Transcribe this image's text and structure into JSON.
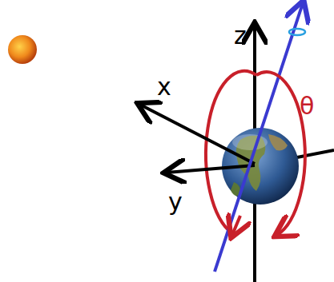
{
  "diagram": {
    "labels": [
      "z",
      "x",
      "θ",
      "y"
    ]
  }
}
